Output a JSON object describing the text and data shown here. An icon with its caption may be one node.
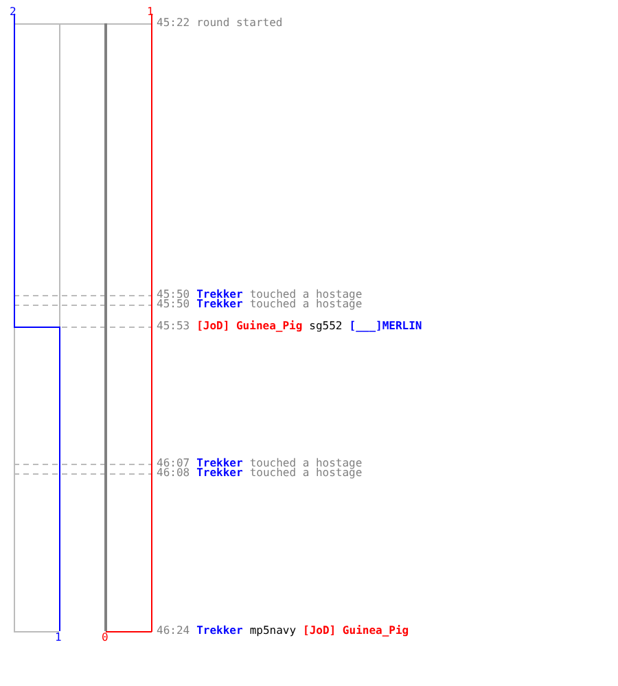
{
  "diagram": {
    "labels": [
      "2",
      "1",
      "45:22",
      "round started",
      "45:50",
      "Trekker",
      "touched a hostage",
      "45:50",
      "Trekker",
      "touched a hostage",
      "45:53",
      "[JoD] Guinea_Pig",
      "sg552",
      "[___]MERLIN",
      "46:07",
      "Trekker",
      "touched a hostage",
      "46:08",
      "Trekker",
      "touched a hostage",
      "1",
      "0",
      "46:24",
      "Trekker",
      "mp5navy",
      "[JoD] Guinea_Pig"
    ]
  }
}
